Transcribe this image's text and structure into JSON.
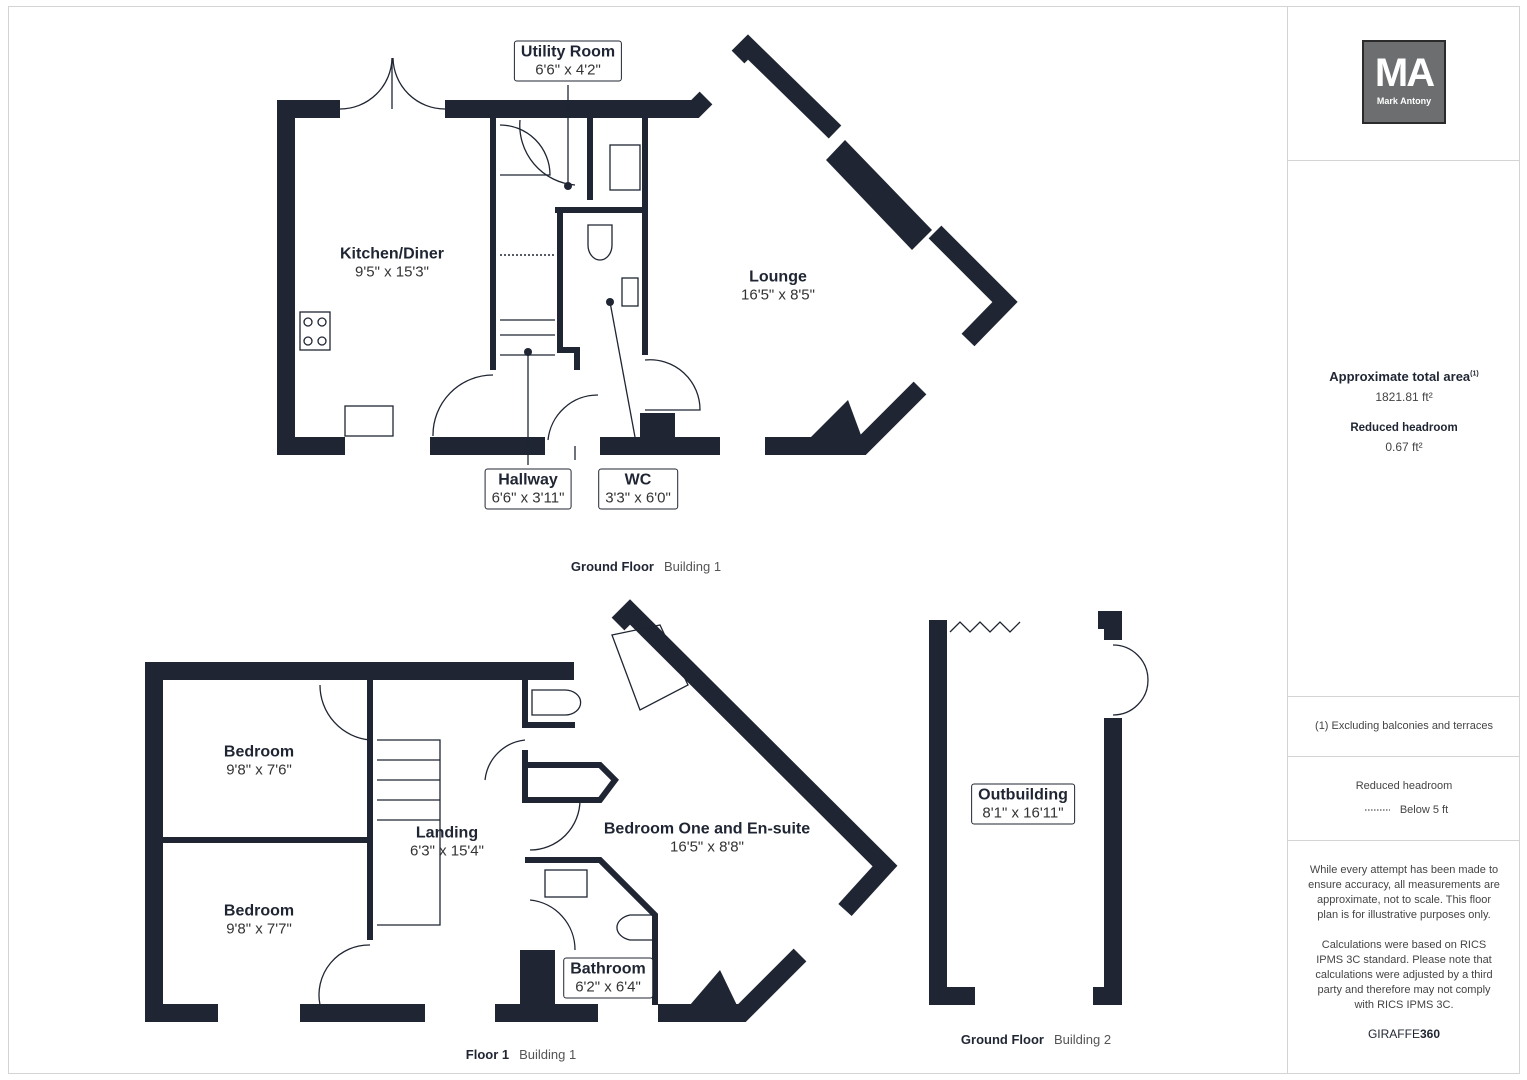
{
  "brand": {
    "logo_letters": "MA",
    "logo_name": "Mark Antony",
    "footer_brand_a": "GIRAFFE",
    "footer_brand_b": "360"
  },
  "summary": {
    "total_area_label": "Approximate total area",
    "total_area_note_marker": "(1)",
    "total_area_value": "1821.81 ft²",
    "reduced_headroom_label": "Reduced headroom",
    "reduced_headroom_value": "0.67 ft²",
    "footnote": "(1) Excluding balconies and terraces",
    "legend_title": "Reduced headroom",
    "legend_item": "Below 5 ft",
    "disclaimer_1": "While every attempt has been made to ensure accuracy, all measurements are approximate, not to scale. This floor plan is for illustrative purposes only.",
    "disclaimer_2": "Calculations were based on RICS IPMS 3C standard. Please note that calculations were adjusted by a third party and therefore may not comply with RICS IPMS 3C."
  },
  "floors": [
    {
      "floor": "Ground Floor",
      "building": "Building 1"
    },
    {
      "floor": "Floor 1",
      "building": "Building 1"
    },
    {
      "floor": "Ground Floor",
      "building": "Building 2"
    }
  ],
  "rooms": {
    "kitchen": {
      "name": "Kitchen/Diner",
      "dims": "9'5\" x 15'3\""
    },
    "utility": {
      "name": "Utility Room",
      "dims": "6'6\" x 4'2\""
    },
    "lounge": {
      "name": "Lounge",
      "dims": "16'5\" x 8'5\""
    },
    "hallway": {
      "name": "Hallway",
      "dims": "6'6\" x 3'11\""
    },
    "wc": {
      "name": "WC",
      "dims": "3'3\" x 6'0\""
    },
    "bedroom_a": {
      "name": "Bedroom",
      "dims": "9'8\" x 7'6\""
    },
    "bedroom_b": {
      "name": "Bedroom",
      "dims": "9'8\" x 7'7\""
    },
    "landing": {
      "name": "Landing",
      "dims": "6'3\" x 15'4\""
    },
    "bedroom_one": {
      "name": "Bedroom One and En-suite",
      "dims": "16'5\" x 8'8\""
    },
    "bathroom": {
      "name": "Bathroom",
      "dims": "6'2\" x 6'4\""
    },
    "outbuilding": {
      "name": "Outbuilding",
      "dims": "8'1\" x 16'11\""
    }
  },
  "colors": {
    "wall": "#1f2532",
    "logo_bg": "#6d6e70"
  }
}
